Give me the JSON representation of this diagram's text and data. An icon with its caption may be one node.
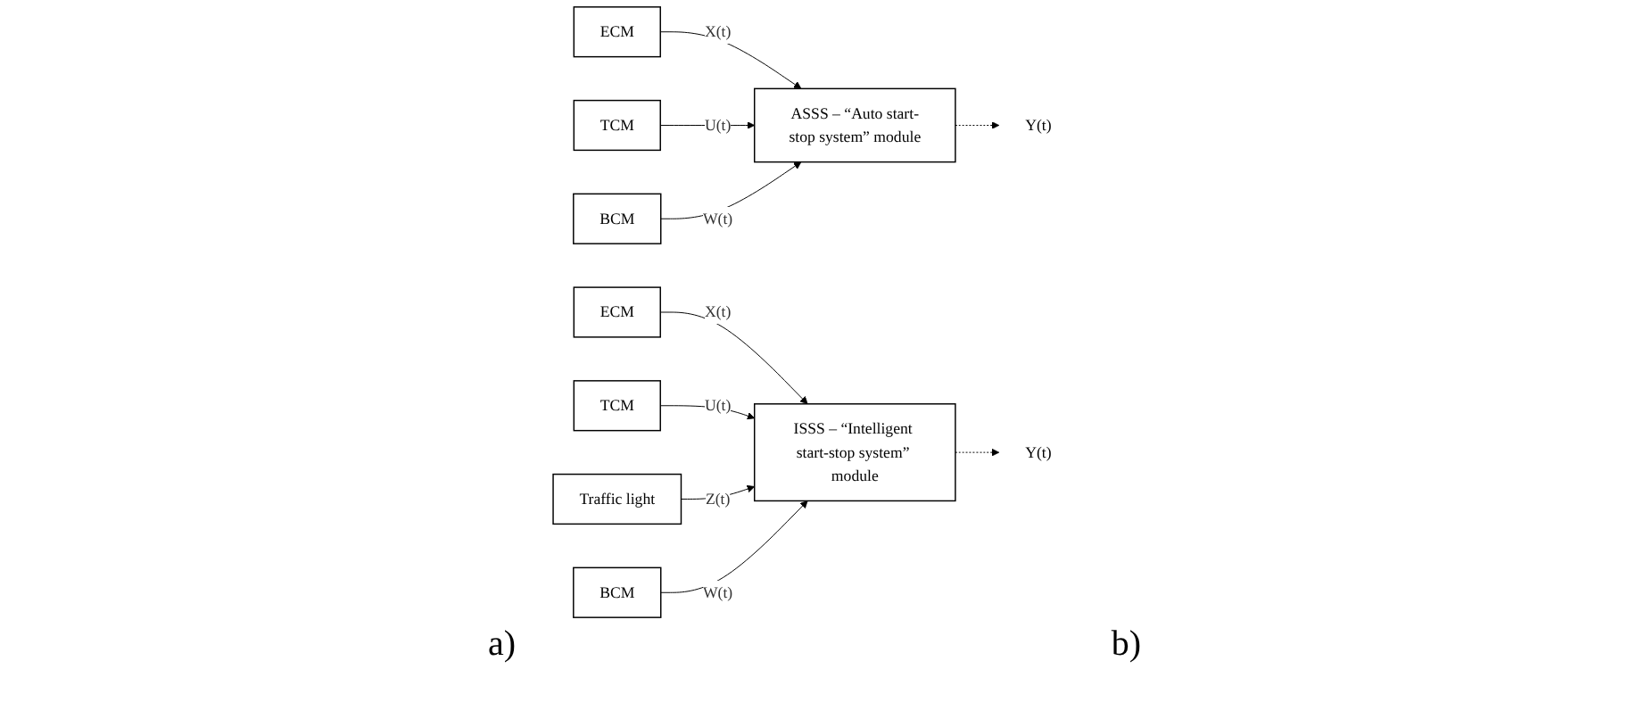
{
  "diagram": {
    "nodes": [
      {
        "text": [
          "ECM"
        ]
      },
      {
        "text": [
          "TCM"
        ]
      },
      {
        "text": [
          "ASSS – “Auto start-stop system” module"
        ]
      },
      {
        "text": [
          "BCM"
        ]
      },
      {
        "text": [
          "Y(t)"
        ]
      },
      {
        "text": [
          "ECM"
        ]
      },
      {
        "text": [
          "TCM"
        ]
      },
      {
        "text": [
          "Traffic light"
        ]
      },
      {
        "text": [
          "ISSS – “Intelligent start-stop system” module"
        ]
      },
      {
        "text": [
          "BCM"
        ]
      },
      {
        "text": [
          "Y(t)"
        ]
      }
    ],
    "edges": [
      {
        "from": 0,
        "to": 2,
        "arrow": "to",
        "label": "X(t)"
      },
      {
        "from": 1,
        "to": 2,
        "arrow": "to",
        "label": "U(t)"
      },
      {
        "from": 3,
        "to": 2,
        "arrow": "to",
        "label": "W(t)"
      },
      {
        "from": 2,
        "to": 4,
        "arrow": "to",
        "style": "dashed"
      },
      {
        "from": 5,
        "to": 8,
        "arrow": "to",
        "label": "X(t)"
      },
      {
        "from": 6,
        "to": 8,
        "arrow": "to",
        "label": "U(t)"
      },
      {
        "from": 7,
        "to": 8,
        "arrow": "to",
        "label": "Z(t)"
      },
      {
        "from": 9,
        "to": 8,
        "arrow": "to",
        "label": "W(t)"
      },
      {
        "from": 8,
        "to": 10,
        "arrow": "to",
        "style": "dashed"
      }
    ],
    "labels": [
      "a)",
      "b)"
    ]
  }
}
